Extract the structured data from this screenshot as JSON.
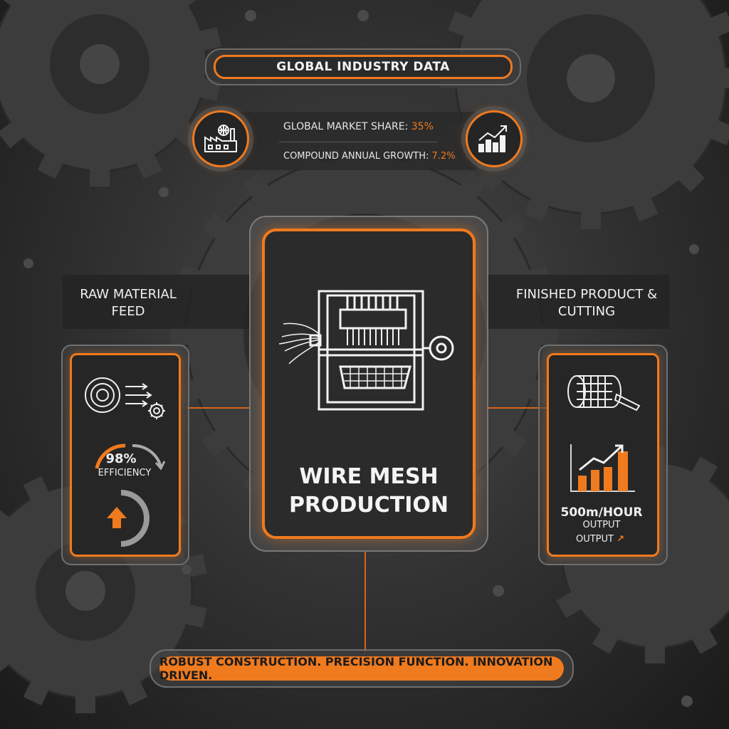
{
  "header": {
    "title": "GLOBAL INDUSTRY DATA"
  },
  "stats": {
    "market_share_label": "GLOBAL MARKET SHARE:",
    "market_share_value": "35%",
    "growth_label": "COMPOUND ANNUAL GROWTH:",
    "growth_value": "7.2%"
  },
  "left": {
    "heading": "RAW MATERIAL FEED",
    "efficiency_value": "98%",
    "efficiency_label": "EFFICIENCY"
  },
  "right": {
    "heading": "FINISHED PRODUCT & CUTTING",
    "rate": "500m/HOUR",
    "rate_label": "OUTPUT",
    "output_label": "OUTPUT"
  },
  "center": {
    "title_line1": "WIRE MESH",
    "title_line2": "PRODUCTION"
  },
  "footer": {
    "tagline": "ROBUST CONSTRUCTION. PRECISION FUNCTION. INNOVATION DRIVEN."
  },
  "icons": {
    "factory": "factory-globe-icon",
    "growth": "bar-chart-growth-icon",
    "machine": "loom-machine-icon",
    "feed": "wire-coil-feed-icon",
    "roll": "mesh-roll-icon",
    "chart": "output-chart-icon"
  },
  "colors": {
    "accent": "#f07a1e",
    "panel": "#262626",
    "text": "#f0f0f0"
  }
}
